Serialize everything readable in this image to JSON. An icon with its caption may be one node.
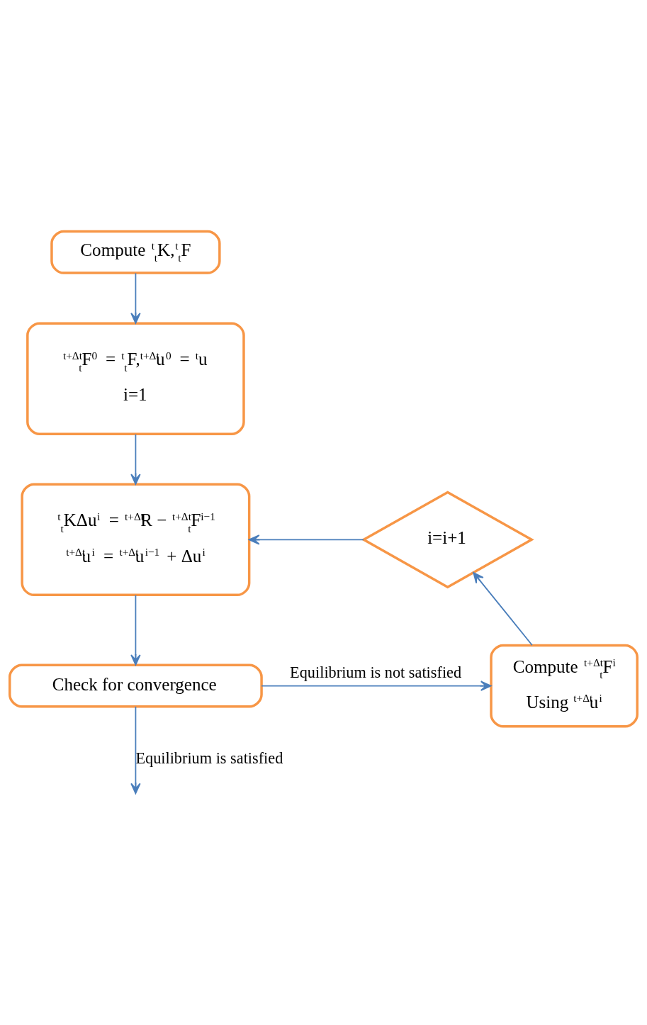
{
  "diagram": {
    "nodes": [
      {
        "text": [
          "Compute $^{t}$$_{t}$K,$^{t}$$_{t}$F"
        ]
      },
      {
        "text": [
          "$^{t+Δt}$$_{t}$F$^{0}$ = $^{t}$$_{t}$F,$^{t+Δt}$u$^{0}$ = $^{t}$u",
          "i=1"
        ]
      },
      {
        "text": [
          "$^{t}$$_{t}$KΔu$^{i}$ = $^{t+Δt}$R − $^{t+Δt}$$_{t}$F$^{i−1}$",
          "$^{t+Δt}$u$^{i}$ = $^{t+Δt}$u$^{i−1}$ + Δu$^{i}$"
        ]
      },
      {
        "text": [
          "i=i+1"
        ]
      },
      {
        "text": [
          "Compute $^{t+Δt}$$_{t}$F$^{i}$",
          "Using $^{t+Δt}$u$^{i}$"
        ]
      },
      {
        "text": [
          "Check for convergence"
        ]
      }
    ],
    "edges": [
      {
        "from": 0,
        "to": 1,
        "arrow": "to"
      },
      {
        "from": 1,
        "to": 2,
        "arrow": "to"
      },
      {
        "from": 3,
        "to": 2,
        "arrow": "to"
      },
      {
        "from": 2,
        "to": 5,
        "arrow": "to"
      },
      {
        "from": 5,
        "to": 4,
        "arrow": "to",
        "label": "Equilibrium is not satisfied"
      },
      {
        "from": 4,
        "to": 3,
        "arrow": "to"
      },
      {
        "from": 5,
        "to": null,
        "arrow": "to",
        "label": "Equilibrium is satisfied"
      }
    ]
  }
}
